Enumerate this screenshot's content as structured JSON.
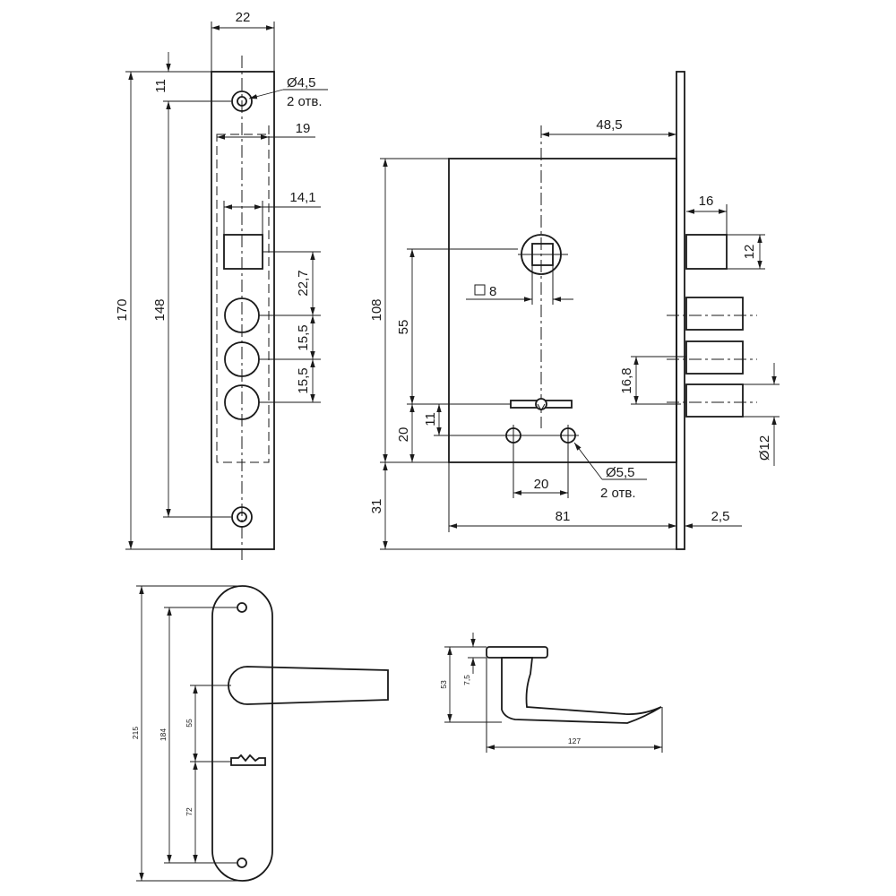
{
  "faceplate": {
    "width": "22",
    "hole_diameter": "Ø4,5",
    "hole_count": "2 отв.",
    "top_offset": "11",
    "inner_width": "19",
    "bolt_width": "14,1",
    "spacing_a": "22,7",
    "spacing_b": "15,5",
    "spacing_c": "15,5",
    "total_height": "170",
    "hole_spacing": "148"
  },
  "lock_body": {
    "spindle_offset": "48,5",
    "latch_width": "16",
    "latch_height": "12",
    "square_spindle": "8",
    "height": "108",
    "spindle_to_key": "55",
    "bolt_spacing": "16,8",
    "key_offset": "11",
    "hole_offset": "20",
    "bolt_diameter": "Ø12",
    "hole_diameter": "Ø5,5",
    "hole_count": "2 отв.",
    "hole_spacing": "20",
    "bottom_offset": "31",
    "depth": "81",
    "plate_thickness": "2,5"
  },
  "handle_front": {
    "total_length": "215",
    "hole_spacing": "184",
    "handle_to_key": "55",
    "key_to_hole": "72"
  },
  "handle_side": {
    "height": "53",
    "rosette": "7,5",
    "length": "127"
  }
}
